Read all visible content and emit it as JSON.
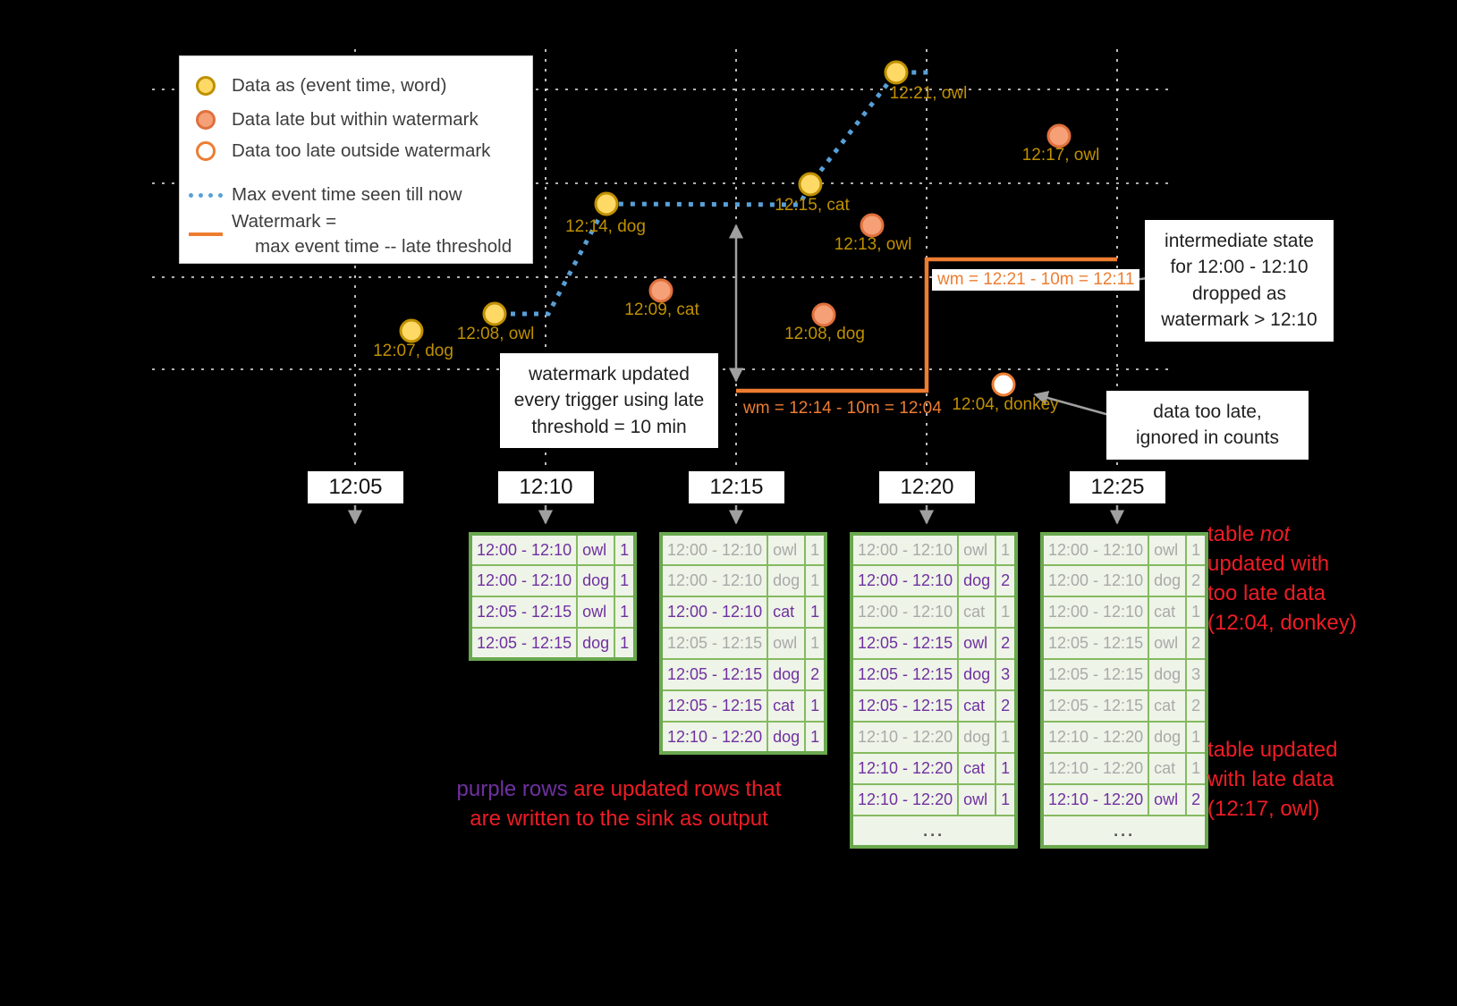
{
  "colors": {
    "background": "#000000",
    "on_time_fill": "#ffd966",
    "on_time_stroke": "#bf9000",
    "late_fill": "#f5a076",
    "late_stroke": "#e0703d",
    "too_late_stroke": "#ed7d31",
    "max_event_time_line": "#58a0d8",
    "watermark_line": "#ed7d31",
    "updated_row_purple": "#7030a0",
    "stale_row_gray": "#a9a9a9",
    "table_green": "#6aa84f",
    "annotation_red": "#ee1c25",
    "event_label_gold": "#bf9000"
  },
  "legend": {
    "items": [
      {
        "icon": "on-time-dot",
        "label": "Data as (event time, word)"
      },
      {
        "icon": "late-dot",
        "label": "Data late but within watermark"
      },
      {
        "icon": "too-late-dot",
        "label": "Data too late outside watermark"
      },
      {
        "icon": "max-event-time-line",
        "label": "Max event time seen till now"
      },
      {
        "icon": "watermark-line",
        "label_line1": "Watermark =",
        "label_line2": "max event time -- late threshold"
      }
    ]
  },
  "points": [
    {
      "label": "12:07, dog",
      "type": "on-time"
    },
    {
      "label": "12:08, owl",
      "type": "on-time"
    },
    {
      "label": "12:14, dog",
      "type": "on-time"
    },
    {
      "label": "12:15, cat",
      "type": "on-time"
    },
    {
      "label": "12:21, owl",
      "type": "on-time"
    },
    {
      "label": "12:09, cat",
      "type": "late"
    },
    {
      "label": "12:13, owl",
      "type": "late"
    },
    {
      "label": "12:08, dog",
      "type": "late"
    },
    {
      "label": "12:17, owl",
      "type": "late"
    },
    {
      "label": "12:04, donkey",
      "type": "too-late"
    }
  ],
  "watermark": {
    "segment_1_label": "wm = 12:14 - 10m = 12:04",
    "segment_2_label": "wm = 12:21 - 10m = 12:11"
  },
  "callouts": {
    "watermark_update": {
      "lines": [
        "watermark updated",
        "every trigger using late",
        "threshold = 10 min"
      ]
    },
    "intermediate_state": {
      "lines": [
        "intermediate state",
        "for 12:00 - 12:10",
        "dropped as",
        "watermark > 12:10"
      ]
    },
    "too_late": {
      "lines": [
        "data too late,",
        "ignored in counts"
      ]
    }
  },
  "axis": {
    "ticks": [
      "12:05",
      "12:10",
      "12:15",
      "12:20",
      "12:25"
    ]
  },
  "tables": [
    {
      "trigger": "12:10",
      "ellipsis": null,
      "rows": [
        {
          "window": "12:00 - 12:10",
          "word": "owl",
          "count": "1",
          "updated": true
        },
        {
          "window": "12:00 - 12:10",
          "word": "dog",
          "count": "1",
          "updated": true
        },
        {
          "window": "12:05 - 12:15",
          "word": "owl",
          "count": "1",
          "updated": true
        },
        {
          "window": "12:05 - 12:15",
          "word": "dog",
          "count": "1",
          "updated": true
        }
      ]
    },
    {
      "trigger": "12:15",
      "ellipsis": null,
      "rows": [
        {
          "window": "12:00 - 12:10",
          "word": "owl",
          "count": "1",
          "updated": false
        },
        {
          "window": "12:00 - 12:10",
          "word": "dog",
          "count": "1",
          "updated": false
        },
        {
          "window": "12:00 - 12:10",
          "word": "cat",
          "count": "1",
          "updated": true
        },
        {
          "window": "12:05 - 12:15",
          "word": "owl",
          "count": "1",
          "updated": false
        },
        {
          "window": "12:05 - 12:15",
          "word": "dog",
          "count": "2",
          "updated": true
        },
        {
          "window": "12:05 - 12:15",
          "word": "cat",
          "count": "1",
          "updated": true
        },
        {
          "window": "12:10 - 12:20",
          "word": "dog",
          "count": "1",
          "updated": true
        }
      ]
    },
    {
      "trigger": "12:20",
      "ellipsis": "...",
      "rows": [
        {
          "window": "12:00 - 12:10",
          "word": "owl",
          "count": "1",
          "updated": false
        },
        {
          "window": "12:00 - 12:10",
          "word": "dog",
          "count": "2",
          "updated": true
        },
        {
          "window": "12:00 - 12:10",
          "word": "cat",
          "count": "1",
          "updated": false
        },
        {
          "window": "12:05 - 12:15",
          "word": "owl",
          "count": "2",
          "updated": true
        },
        {
          "window": "12:05 - 12:15",
          "word": "dog",
          "count": "3",
          "updated": true
        },
        {
          "window": "12:05 - 12:15",
          "word": "cat",
          "count": "2",
          "updated": true
        },
        {
          "window": "12:10 - 12:20",
          "word": "dog",
          "count": "1",
          "updated": false
        },
        {
          "window": "12:10 - 12:20",
          "word": "cat",
          "count": "1",
          "updated": true
        },
        {
          "window": "12:10 - 12:20",
          "word": "owl",
          "count": "1",
          "updated": true
        }
      ]
    },
    {
      "trigger": "12:25",
      "ellipsis": "...",
      "rows": [
        {
          "window": "12:00 - 12:10",
          "word": "owl",
          "count": "1",
          "updated": false
        },
        {
          "window": "12:00 - 12:10",
          "word": "dog",
          "count": "2",
          "updated": false
        },
        {
          "window": "12:00 - 12:10",
          "word": "cat",
          "count": "1",
          "updated": false
        },
        {
          "window": "12:05 - 12:15",
          "word": "owl",
          "count": "2",
          "updated": false
        },
        {
          "window": "12:05 - 12:15",
          "word": "dog",
          "count": "3",
          "updated": false
        },
        {
          "window": "12:05 - 12:15",
          "word": "cat",
          "count": "2",
          "updated": false
        },
        {
          "window": "12:10 - 12:20",
          "word": "dog",
          "count": "1",
          "updated": false
        },
        {
          "window": "12:10 - 12:20",
          "word": "cat",
          "count": "1",
          "updated": false
        },
        {
          "window": "12:10 - 12:20",
          "word": "owl",
          "count": "2",
          "updated": true
        }
      ]
    }
  ],
  "annotations": {
    "not_updated": {
      "line1_pre": "table ",
      "line1_italic": "not",
      "line2": "updated with",
      "line3": "too late data",
      "line4": "(12:04, donkey)"
    },
    "updated_late": {
      "line1": "table updated",
      "line2": "with late data",
      "line3": "(12:17, owl)"
    },
    "purple_rows": {
      "highlight": "purple rows",
      "line1_rest": " are updated rows that",
      "line2": "are written to the sink as output"
    }
  }
}
